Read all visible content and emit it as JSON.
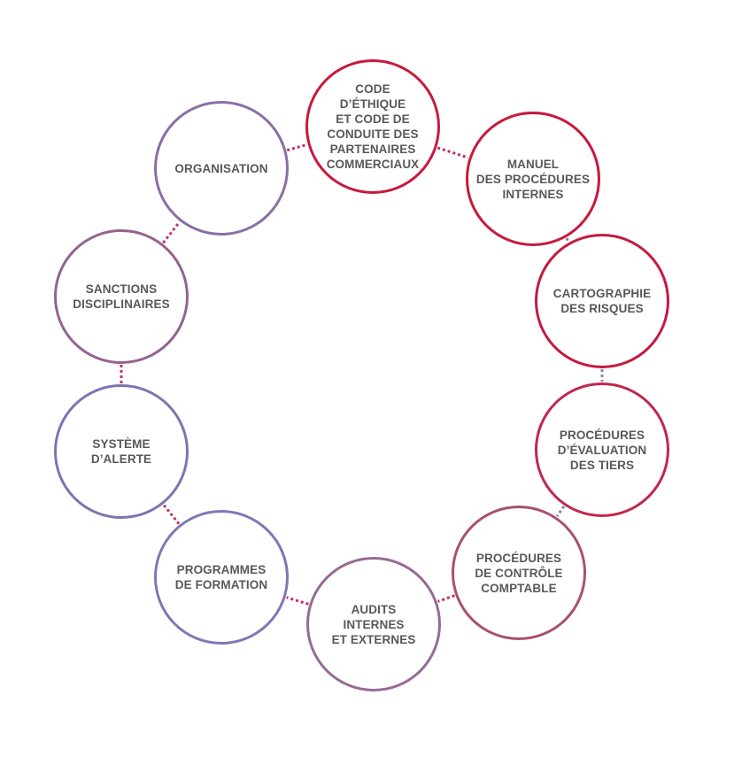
{
  "diagram": {
    "nodes": [
      {
        "id": "code-ethique",
        "label": "CODE\nD’ÉTHIQUE\nET CODE DE\nCONDUITE DES\nPARTENAIRES\nCOMMERCIAUX",
        "color": "#c8193c"
      },
      {
        "id": "manuel-procedures",
        "label": "MANUEL\nDES PROCÉDURES\nINTERNES",
        "color": "#c8193c"
      },
      {
        "id": "cartographie-risques",
        "label": "CARTOGRAPHIE\nDES RISQUES",
        "color": "#c41a3e"
      },
      {
        "id": "evaluation-tiers",
        "label": "PROCÉDURES\nD’ÉVALUATION\nDES TIERS",
        "color": "#c0284c"
      },
      {
        "id": "controle-comptable",
        "label": "PROCÉDURES\nDE CONTRÔLE\nCOMPTABLE",
        "color": "#a9506f"
      },
      {
        "id": "audits",
        "label": "AUDITS\nINTERNES\nET EXTERNES",
        "color": "#976a96"
      },
      {
        "id": "programmes-formation",
        "label": "PROGRAMMES\nDE FORMATION",
        "color": "#7e78b4"
      },
      {
        "id": "systeme-alerte",
        "label": "SYSTÈME\nD’ALERTE",
        "color": "#8074b0"
      },
      {
        "id": "sanctions",
        "label": "SANCTIONS\nDISCIPLINAIRES",
        "color": "#93648f"
      },
      {
        "id": "organisation",
        "label": "ORGANISATION",
        "color": "#8a6ea6"
      }
    ],
    "link_color_warm": "#c2306a",
    "link_color_cool": "#8c7fb8"
  }
}
